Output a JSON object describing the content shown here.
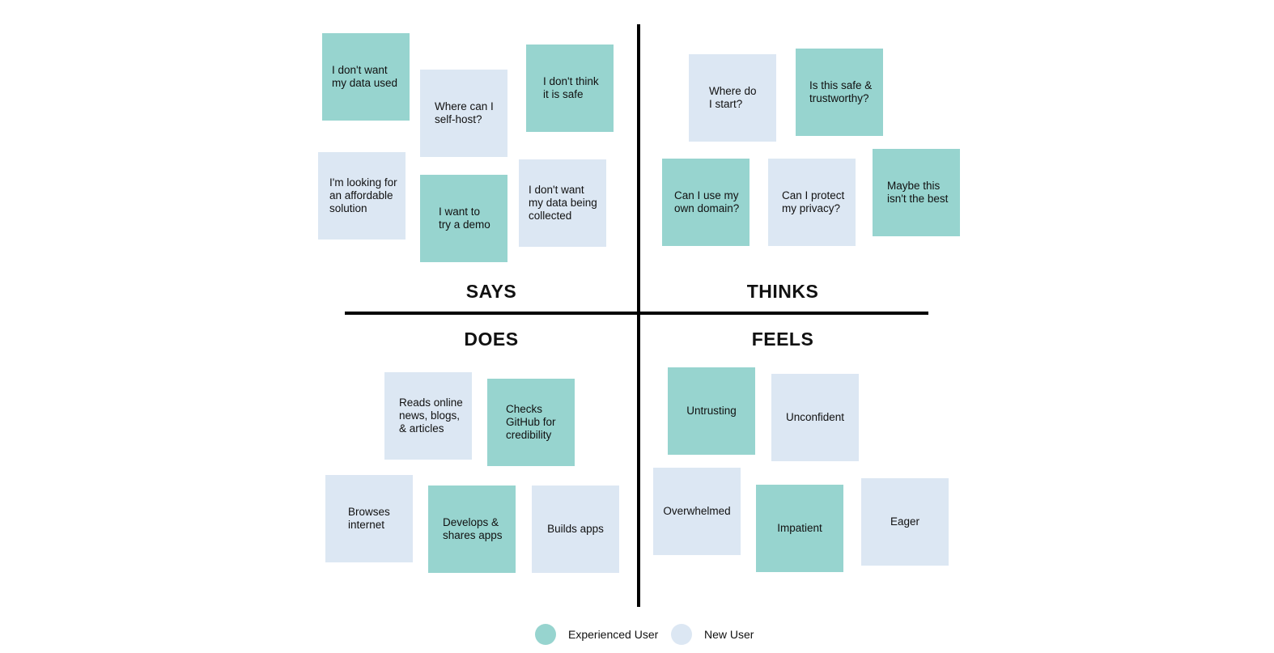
{
  "quadrants": {
    "says": "SAYS",
    "thinks": "THINKS",
    "does": "DOES",
    "feels": "FEELS"
  },
  "colors": {
    "experienced": "#97d4cf",
    "new": "#dce7f3",
    "divider": "#000000"
  },
  "notes": {
    "says": [
      {
        "text": "I don't want\nmy data used",
        "group": "experienced"
      },
      {
        "text": "Where can I\nself-host?",
        "group": "new"
      },
      {
        "text": "I don't think\nit is safe",
        "group": "experienced"
      },
      {
        "text": "I'm looking for\nan affordable\nsolution",
        "group": "new"
      },
      {
        "text": "I want to\ntry a demo",
        "group": "experienced"
      },
      {
        "text": "I don't want\nmy data being\ncollected",
        "group": "new"
      }
    ],
    "thinks": [
      {
        "text": "Where do\nI start?",
        "group": "new"
      },
      {
        "text": "Is this safe &\ntrustworthy?",
        "group": "experienced"
      },
      {
        "text": "Can I use my\nown domain?",
        "group": "experienced"
      },
      {
        "text": "Can I protect\nmy privacy?",
        "group": "new"
      },
      {
        "text": "Maybe this\nisn't the best",
        "group": "experienced"
      }
    ],
    "does": [
      {
        "text": "Reads online\nnews, blogs,\n& articles",
        "group": "new"
      },
      {
        "text": "Checks\nGitHub for\ncredibility",
        "group": "experienced"
      },
      {
        "text": "Browses\ninternet",
        "group": "new"
      },
      {
        "text": "Develops &\nshares apps",
        "group": "experienced"
      },
      {
        "text": "Builds apps",
        "group": "new"
      }
    ],
    "feels": [
      {
        "text": "Untrusting",
        "group": "experienced"
      },
      {
        "text": "Unconfident",
        "group": "new"
      },
      {
        "text": "Overwhelmed",
        "group": "new"
      },
      {
        "text": "Impatient",
        "group": "experienced"
      },
      {
        "text": "Eager",
        "group": "new"
      }
    ]
  },
  "legend": {
    "experienced": "Experienced User",
    "new": "New User"
  }
}
